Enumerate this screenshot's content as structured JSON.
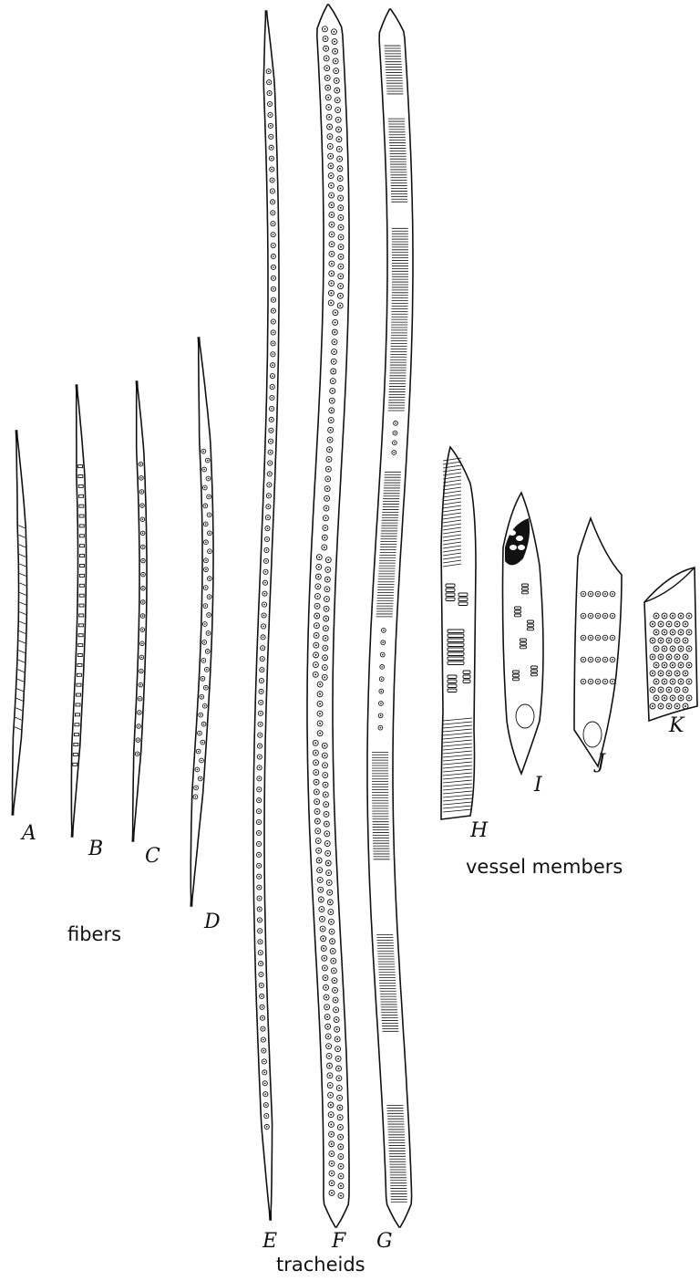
{
  "figure": {
    "groups": [
      {
        "key": "fibers",
        "label": "fibers",
        "members": [
          "A",
          "B",
          "C",
          "D"
        ]
      },
      {
        "key": "tracheids",
        "label": "tracheids",
        "members": [
          "E",
          "F",
          "G"
        ]
      },
      {
        "key": "vessels",
        "label": "vessel members",
        "members": [
          "H",
          "I",
          "J",
          "K"
        ]
      }
    ],
    "cells": [
      {
        "id": "A",
        "letter": "A",
        "group": "fibers"
      },
      {
        "id": "B",
        "letter": "B",
        "group": "fibers"
      },
      {
        "id": "C",
        "letter": "C",
        "group": "fibers"
      },
      {
        "id": "D",
        "letter": "D",
        "group": "fibers"
      },
      {
        "id": "E",
        "letter": "E",
        "group": "tracheids"
      },
      {
        "id": "F",
        "letter": "F",
        "group": "tracheids"
      },
      {
        "id": "G",
        "letter": "G",
        "group": "tracheids"
      },
      {
        "id": "H",
        "letter": "H",
        "group": "vessels"
      },
      {
        "id": "I",
        "letter": "I",
        "group": "vessels"
      },
      {
        "id": "J",
        "letter": "J",
        "group": "vessels"
      },
      {
        "id": "K",
        "letter": "K",
        "group": "vessels"
      }
    ]
  }
}
